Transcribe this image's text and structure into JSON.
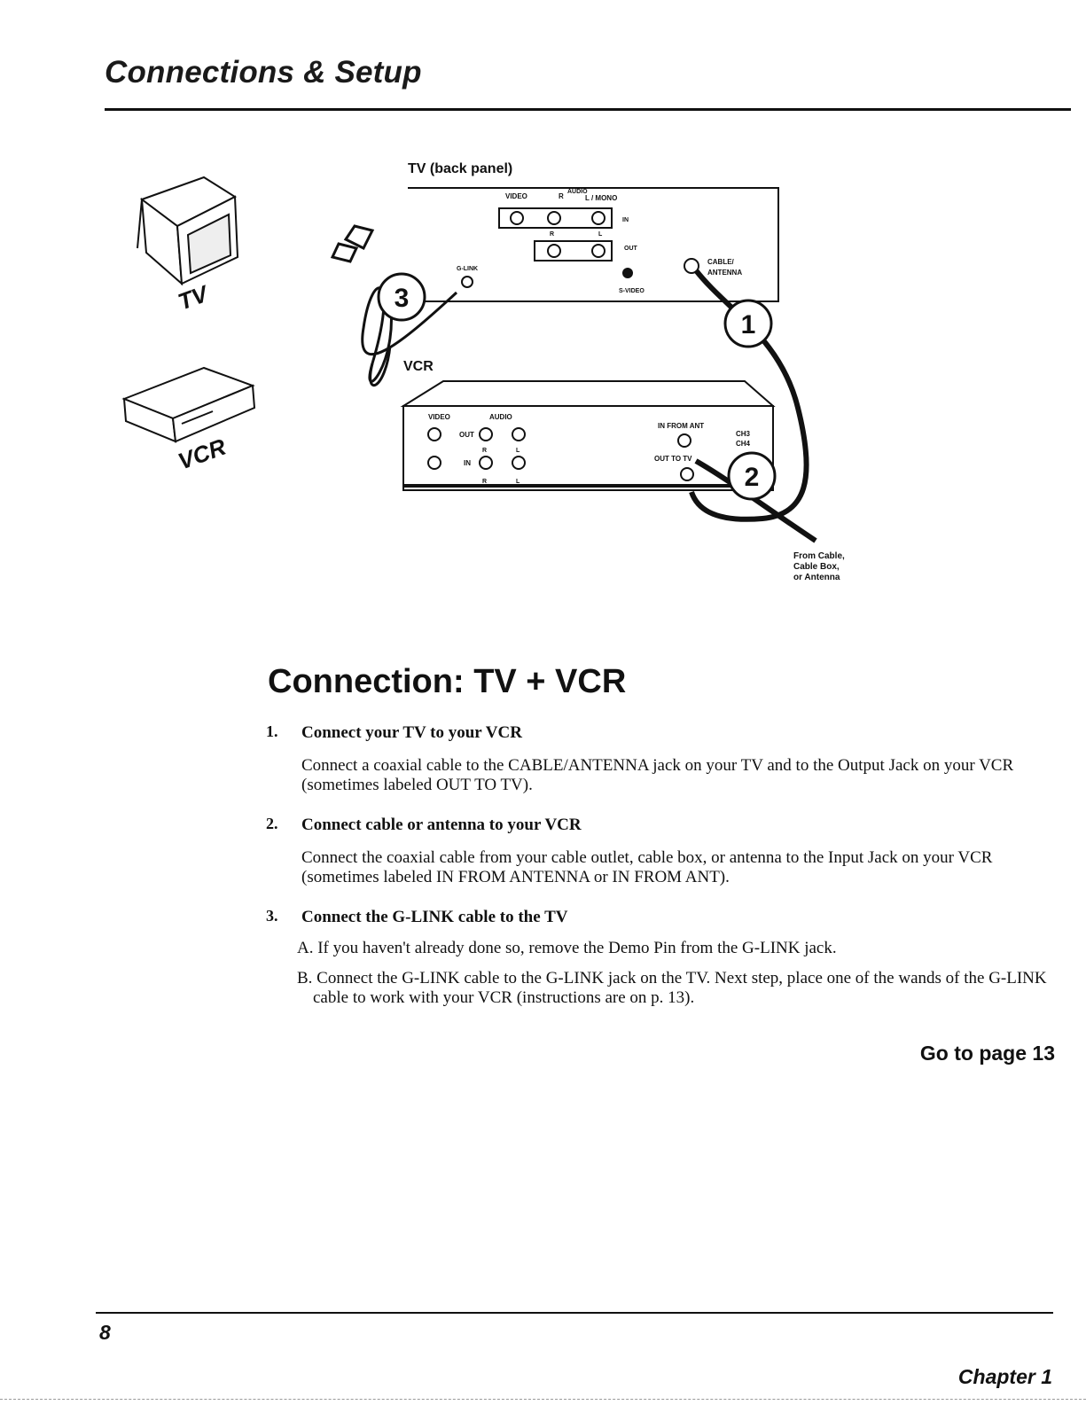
{
  "header": {
    "title": "Connections & Setup"
  },
  "figure": {
    "tv_label": "TV",
    "vcr_label": "VCR",
    "tv_panel_title": "TV (back panel)",
    "tv_panel": {
      "video": "VIDEO",
      "audio": "AUDIO",
      "r": "R",
      "l_mono": "L / MONO",
      "r2": "R",
      "l2": "L",
      "in": "IN",
      "out": "OUT",
      "glink": "G-LINK",
      "svideo": "S-VIDEO",
      "cable_antenna_1": "CABLE/",
      "cable_antenna_2": "ANTENNA"
    },
    "vcr_panel_title": "VCR",
    "vcr_panel": {
      "video": "VIDEO",
      "audio": "AUDIO",
      "out": "OUT",
      "in": "IN",
      "r": "R",
      "l": "L",
      "r2": "R",
      "l2": "L",
      "in_from_ant": "IN FROM ANT",
      "out_to_tv": "OUT TO TV",
      "ch3": "CH3",
      "ch4": "CH4"
    },
    "callouts": [
      "1",
      "2",
      "3"
    ],
    "source_note": [
      "From Cable,",
      "Cable Box,",
      "or Antenna"
    ]
  },
  "section_title": "Connection: TV + VCR",
  "steps": [
    {
      "num": "1.",
      "heading": "Connect your TV to your VCR",
      "body": "Connect a coaxial cable to the CABLE/ANTENNA jack on your TV and to the Output Jack on your VCR (sometimes labeled OUT TO TV)."
    },
    {
      "num": "2.",
      "heading": "Connect cable or antenna to your VCR",
      "body": "Connect the coaxial cable from your cable outlet, cable box, or antenna to the Input Jack on your VCR (sometimes labeled IN FROM ANTENNA or IN FROM ANT)."
    },
    {
      "num": "3.",
      "heading": "Connect the G-LINK cable to the TV",
      "sub_a": "A. If you haven't already done so, remove the Demo Pin from the G-LINK jack.",
      "sub_b": "B. Connect the G-LINK cable to the G-LINK jack on the TV. Next step, place one of the wands of the G-LINK cable to work with your VCR (instructions are on p. 13)."
    }
  ],
  "goto": "Go to page 13",
  "footer": {
    "page_number": "8",
    "chapter": "Chapter 1"
  }
}
